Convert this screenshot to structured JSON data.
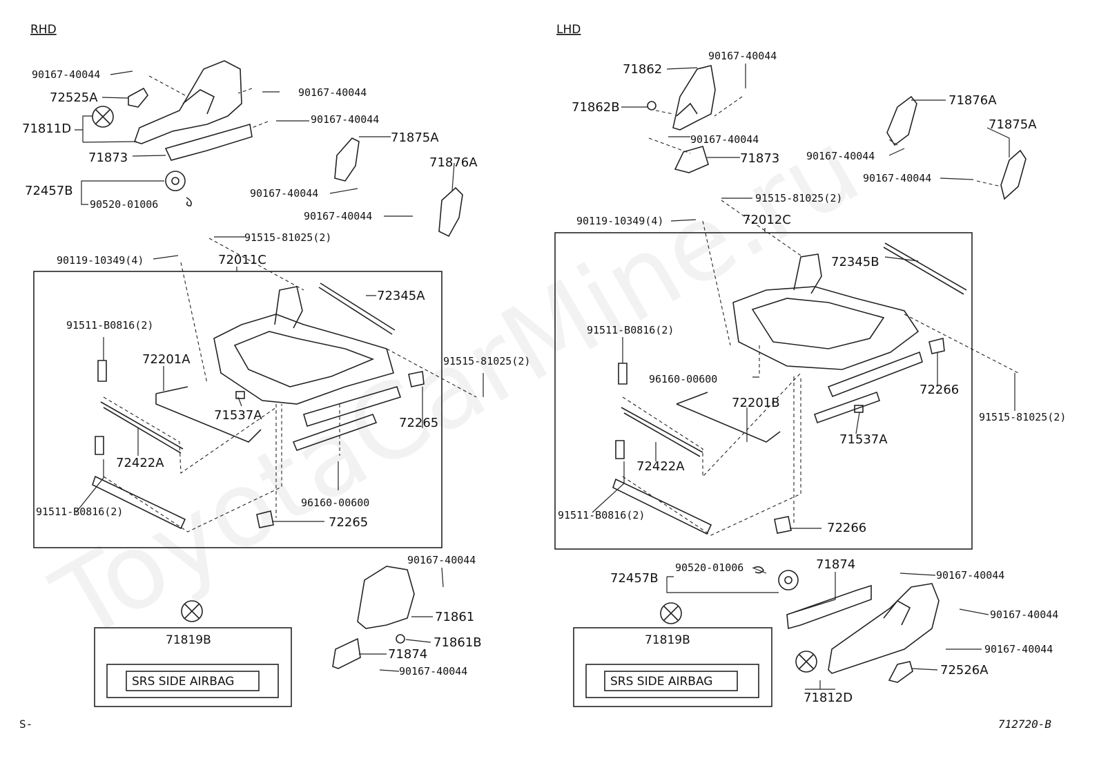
{
  "sections": {
    "rhd": "RHD",
    "lhd": "LHD"
  },
  "watermark": "ToyotaCarMine.ru",
  "rhd_labels": {
    "l1": "90167-40044",
    "l2": "72525A",
    "l3": "90167-40044",
    "l4": "71811D",
    "l5": "90167-40044",
    "l6": "71873",
    "l7": "71875A",
    "l8": "72457B",
    "l9": "71876A",
    "l10": "90167-40044",
    "l11": "90520-01006",
    "l12": "90167-40044",
    "l13": "91515-81025(2)",
    "l14": "90119-10349(4)",
    "l15": "72011C",
    "l16": "72345A",
    "l17": "91511-B0816(2)",
    "l18": "72201A",
    "l19": "91515-81025(2)",
    "l20": "71537A",
    "l21": "72265",
    "l22": "72422A",
    "l23": "96160-00600",
    "l24": "91511-B0816(2)",
    "l25": "72265",
    "l26": "90167-40044",
    "l27": "71861",
    "l28": "71819B",
    "l29": "71861B",
    "l30": "71874",
    "l31": "90167-40044"
  },
  "lhd_labels": {
    "l1": "90167-40044",
    "l2": "71862",
    "l3": "71862B",
    "l4": "71876A",
    "l5": "90167-40044",
    "l6": "71875A",
    "l7": "71873",
    "l8": "90167-40044",
    "l9": "90167-40044",
    "l10": "91515-81025(2)",
    "l11": "90119-10349(4)",
    "l12": "72012C",
    "l13": "72345B",
    "l14": "91511-B0816(2)",
    "l15": "96160-00600",
    "l16": "72266",
    "l17": "72201B",
    "l18": "91515-81025(2)",
    "l19": "71537A",
    "l20": "72422A",
    "l21": "91511-B0816(2)",
    "l22": "72266",
    "l23": "71874",
    "l24": "90520-01006",
    "l25": "90167-40044",
    "l26": "72457B",
    "l27": "90167-40044",
    "l28": "71819B",
    "l29": "90167-40044",
    "l30": "72526A",
    "l31": "71812D"
  },
  "plates": {
    "rhd_text": "SRS SIDE AIRBAG",
    "lhd_text": "SRS SIDE AIRBAG"
  },
  "footer": {
    "page_mark": "S-",
    "figure_code": "712720-B"
  }
}
